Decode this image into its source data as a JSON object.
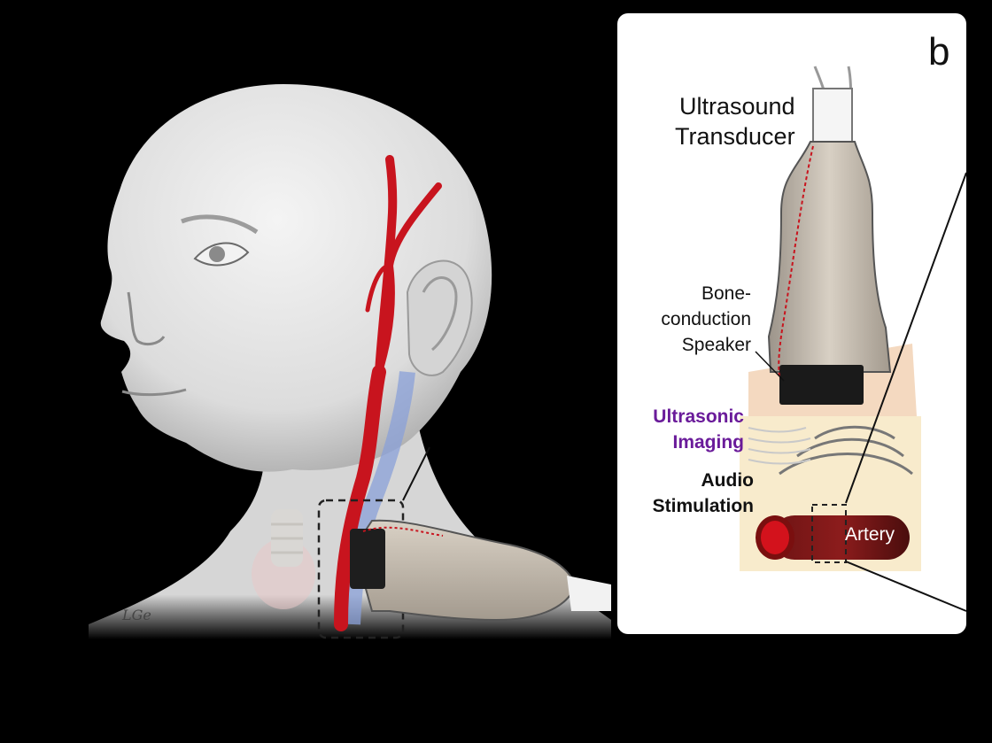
{
  "panel_label": "b",
  "labels": {
    "transducer_line1": "Ultrasound",
    "transducer_line2": "Transducer",
    "speaker_line1": "Bone-",
    "speaker_line2": "conduction",
    "speaker_line3": "Speaker",
    "imaging_line1": "Ultrasonic",
    "imaging_line2": "Imaging",
    "audio_line1": "Audio",
    "audio_line2": "Stimulation",
    "artery": "Artery"
  },
  "colors": {
    "artery": "#c8141e",
    "vein": "#8aa0d8",
    "skin": "#e6e6e6",
    "probe": "#cbc2b6",
    "tissue": "#f7e7c4",
    "imaging_text": "#6a1b9a"
  }
}
